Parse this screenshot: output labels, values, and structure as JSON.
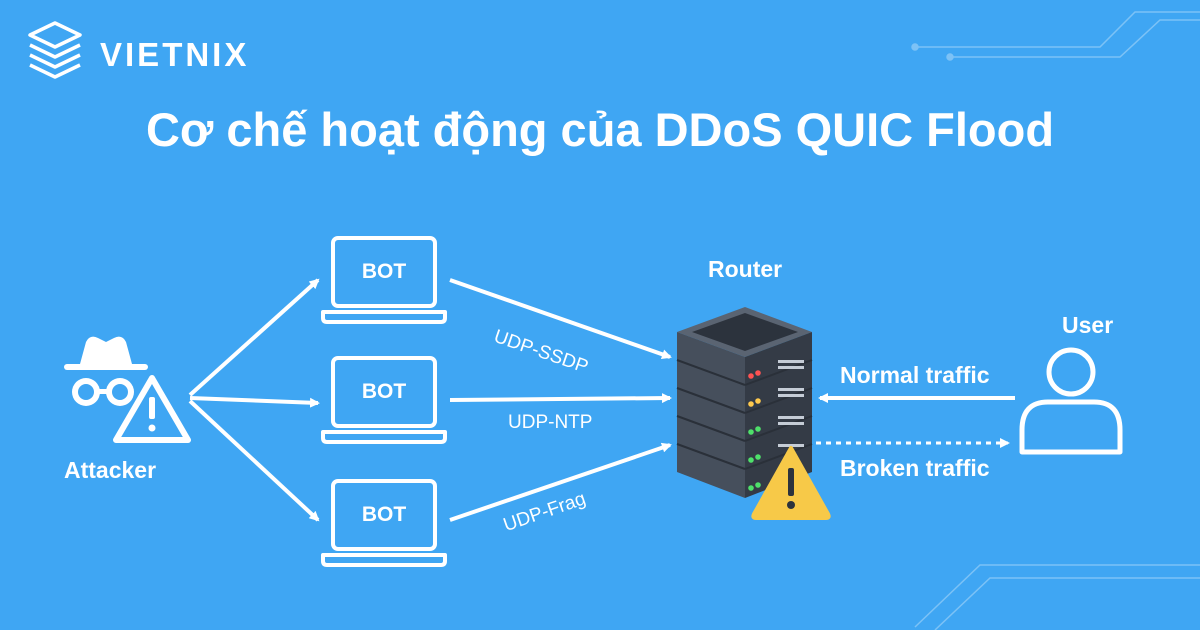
{
  "brand": {
    "name": "VIETNIX"
  },
  "title": "Cơ chế hoạt động của DDoS QUIC Flood",
  "nodes": {
    "attacker": "Attacker",
    "router": "Router",
    "user": "User",
    "bots": [
      "BOT",
      "BOT",
      "BOT"
    ]
  },
  "edges": {
    "udp_ssdp": "UDP-SSDP",
    "udp_ntp": "UDP-NTP",
    "udp_frag": "UDP-Frag",
    "normal_traffic": "Normal traffic",
    "broken_traffic": "Broken traffic"
  },
  "colors": {
    "background": "#3fa6f3",
    "server": "#3d4654",
    "warning": "#f7c948",
    "line": "#ffffff"
  },
  "icons": [
    "logo-icon",
    "spy-icon",
    "warning-icon",
    "laptop-icon",
    "server-icon",
    "user-icon"
  ]
}
